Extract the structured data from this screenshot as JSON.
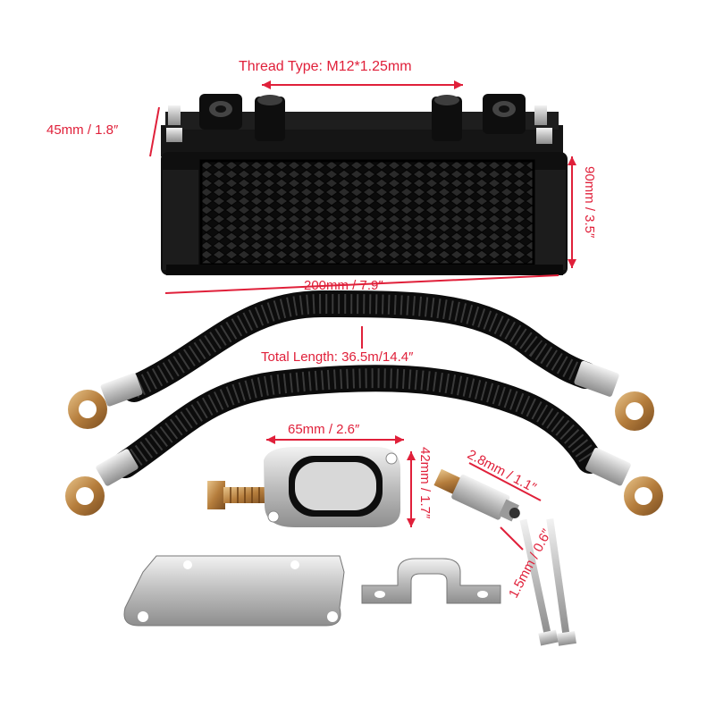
{
  "colors": {
    "dimension": "#e0203a",
    "cooler_body": "#111111",
    "hose": "#141414",
    "metal": "#c9c9c9",
    "brass": "#c89a55"
  },
  "dimensions": {
    "thread_type": "Thread Type: M12*1.25mm",
    "height_small": "45mm / 1.8″",
    "height_right": "90mm / 3.5″",
    "width": "200mm / 7.9″",
    "hose_length": "Total Length: 36.5m/14.4″",
    "adapter_width": "65mm / 2.6″",
    "adapter_height": "42mm / 1.7″",
    "fitting_length": "2.8mm / 1.1″",
    "bolt_size": "1.5mm / 0.6″"
  },
  "parts": [
    "oil-cooler",
    "hose-upper",
    "hose-lower",
    "oil-adapter",
    "adapter-bolt",
    "threaded-fitting",
    "mounting-bracket",
    "hose-clamp",
    "long-bolts"
  ]
}
